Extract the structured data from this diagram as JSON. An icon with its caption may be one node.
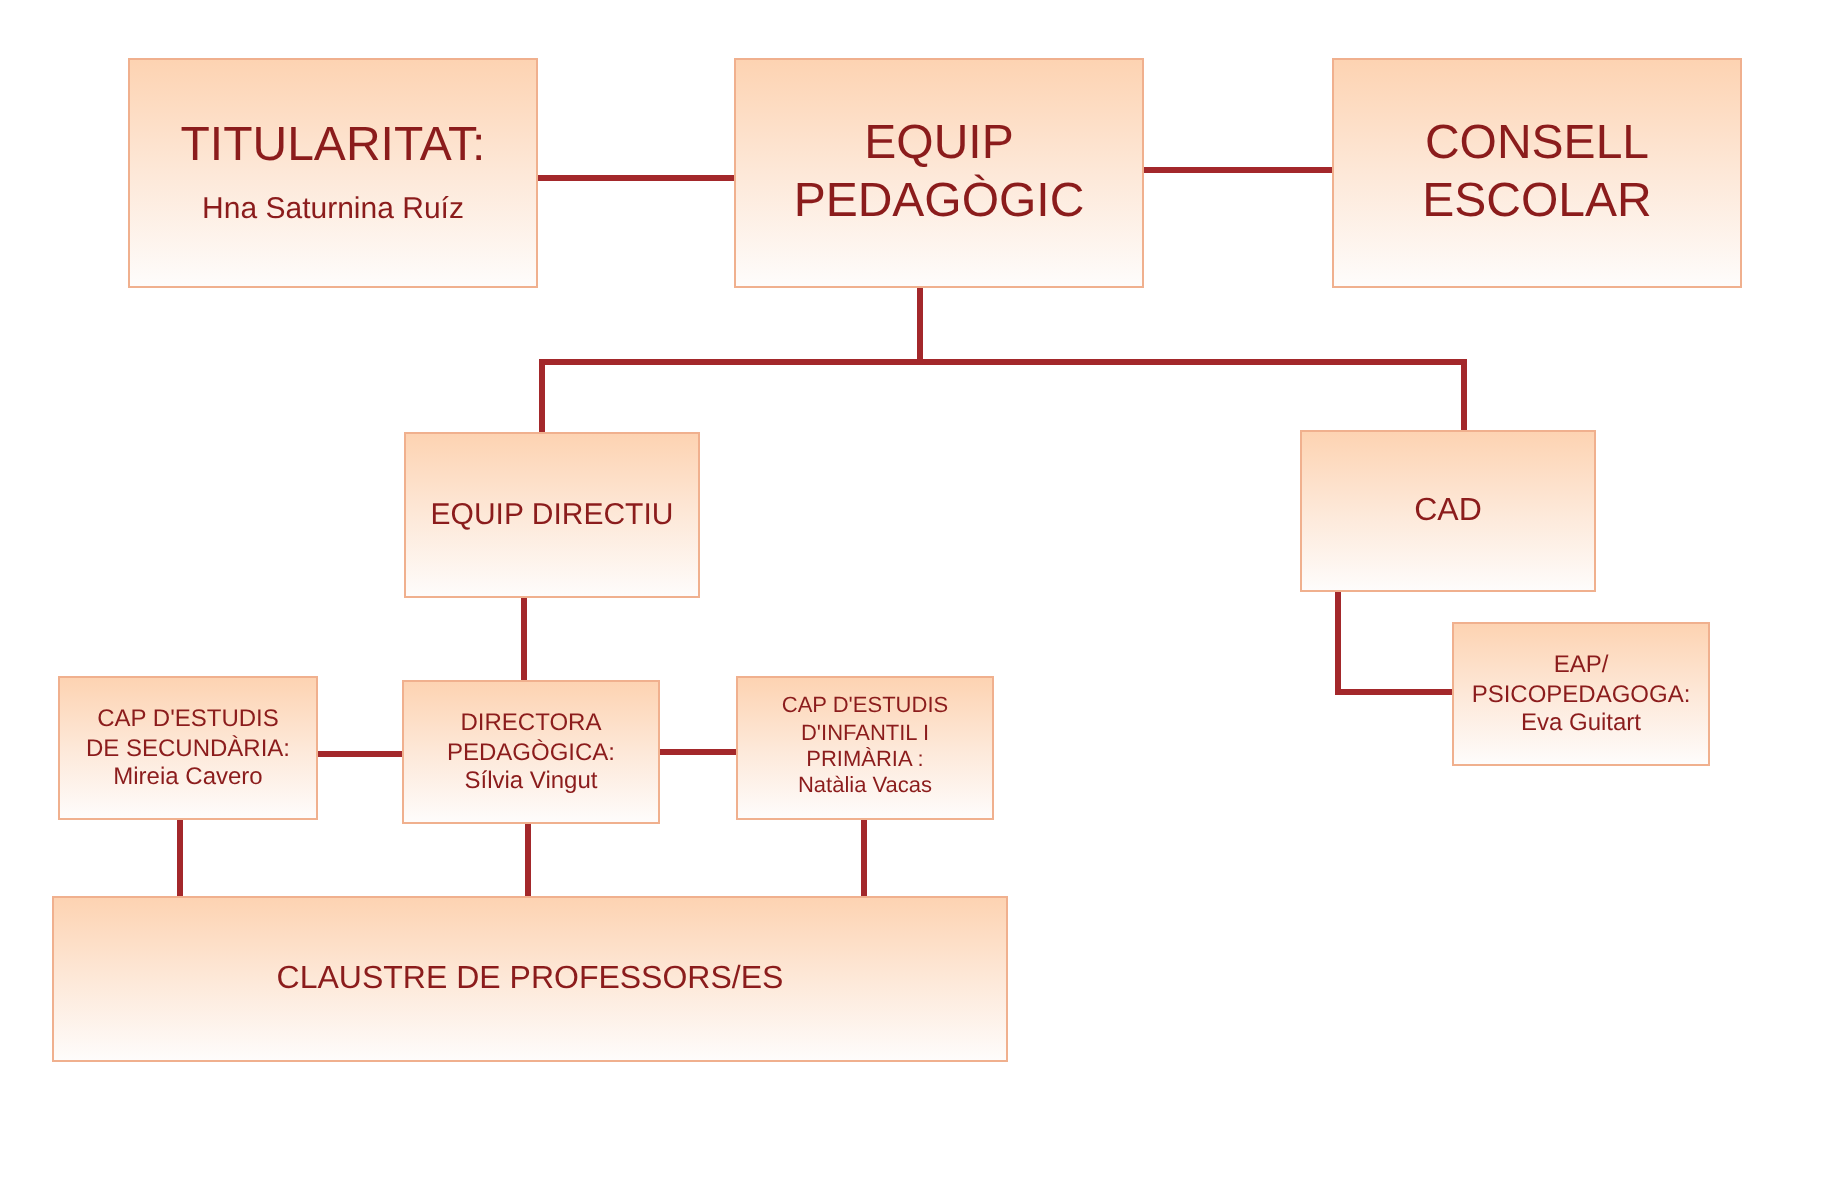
{
  "diagram": {
    "nodes": [
      {
        "text": [
          "TITULARITAT:",
          "Hna Saturnina Ruíz"
        ]
      },
      {
        "text": [
          "EQUIP PEDAGÒGIC"
        ]
      },
      {
        "text": [
          "CONSELL ESCOLAR"
        ]
      },
      {
        "text": [
          "EQUIP DIRECTIU"
        ]
      },
      {
        "text": [
          "CAD"
        ]
      },
      {
        "text": [
          "EAP/ PSICOPEDAGOGA:",
          "Eva Guitart"
        ]
      },
      {
        "text": [
          "CAP D'ESTUDIS DE SECUNDÀRIA:",
          "Mireia Cavero"
        ]
      },
      {
        "text": [
          "DIRECTORA PEDAGÒGICA:",
          "Sílvia Vingut"
        ]
      },
      {
        "text": [
          "CAP D'ESTUDIS D'INFANTIL I PRIMÀRIA :",
          "Natàlia Vacas"
        ]
      },
      {
        "text": [
          "CLAUSTRE DE PROFESSORS/ES"
        ]
      }
    ],
    "edges": [
      {
        "from": 0,
        "to": 1,
        "arrow": "none"
      },
      {
        "from": 1,
        "to": 2,
        "arrow": "none"
      },
      {
        "from": 1,
        "to": 3,
        "arrow": "none"
      },
      {
        "from": 1,
        "to": 4,
        "arrow": "none"
      },
      {
        "from": 3,
        "to": 7,
        "arrow": "none"
      },
      {
        "from": 4,
        "to": 5,
        "arrow": "none"
      },
      {
        "from": 6,
        "to": 7,
        "arrow": "none"
      },
      {
        "from": 7,
        "to": 8,
        "arrow": "none"
      },
      {
        "from": 6,
        "to": 9,
        "arrow": "none"
      },
      {
        "from": 7,
        "to": 9,
        "arrow": "none"
      },
      {
        "from": 8,
        "to": 9,
        "arrow": "none"
      }
    ]
  }
}
